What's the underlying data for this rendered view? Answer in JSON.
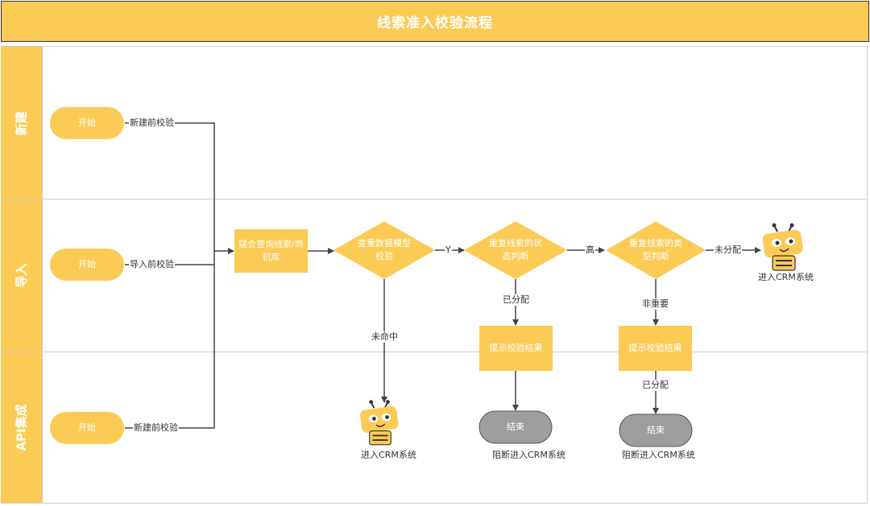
{
  "title": "线索准入校验流程",
  "lanes": [
    "新建",
    "导入",
    "API集成"
  ],
  "nodes": {
    "start_new": "开始",
    "start_import": "开始",
    "start_api": "开始",
    "joint_query": "联合查询线索/商机库",
    "dup_model": "查重数据模型校验",
    "dup_status": "重复线索的状态判断",
    "dup_type": "重复线索的类型判断",
    "hint1": "提示校验结果",
    "hint2": "提示校验结果",
    "end1": "结束",
    "end2": "结束"
  },
  "edge_labels": {
    "pre_new": "新建前校验",
    "pre_import": "导入前校验",
    "pre_api": "新建前校验",
    "yes": "Y",
    "miss": "未命中",
    "assigned1": "已分配",
    "high": "高",
    "unassigned": "未分配",
    "not_important": "非重要",
    "assigned2": "已分配"
  },
  "captions": {
    "crm_top": "进入CRM系统",
    "crm_bottom": "进入CRM系统",
    "block1": "阻断进入CRM系统",
    "block2": "阻断进入CRM系统"
  },
  "icons": [
    "bee-mascot-icon",
    "bee-mascot-icon"
  ],
  "colors": {
    "accent": "#FBCB55",
    "node_fill": "#FBCB55",
    "end_fill": "#9E9E9E",
    "arrow": "#444444"
  }
}
